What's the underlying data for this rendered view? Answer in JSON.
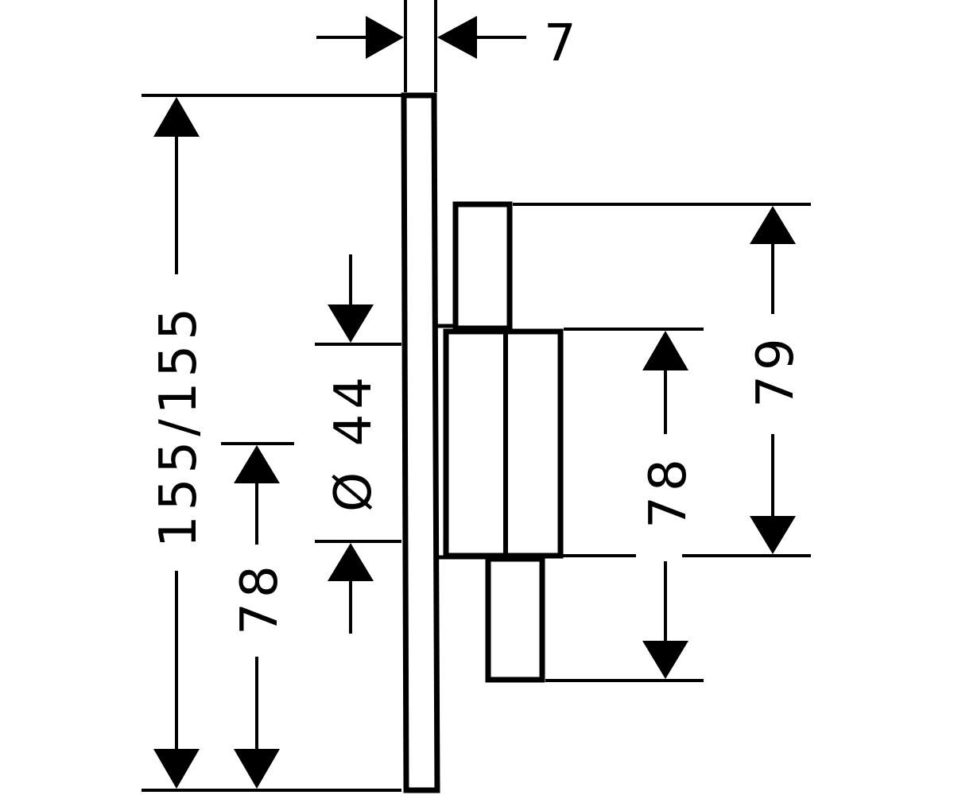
{
  "dimensions": {
    "plate_thickness": "7",
    "overall_height": "155/155",
    "lower_half_height": "78",
    "diameter": "Ø 44",
    "body_half_height": "78",
    "handle_offset": "79"
  },
  "colors": {
    "line": "#000000",
    "background": "#ffffff"
  }
}
